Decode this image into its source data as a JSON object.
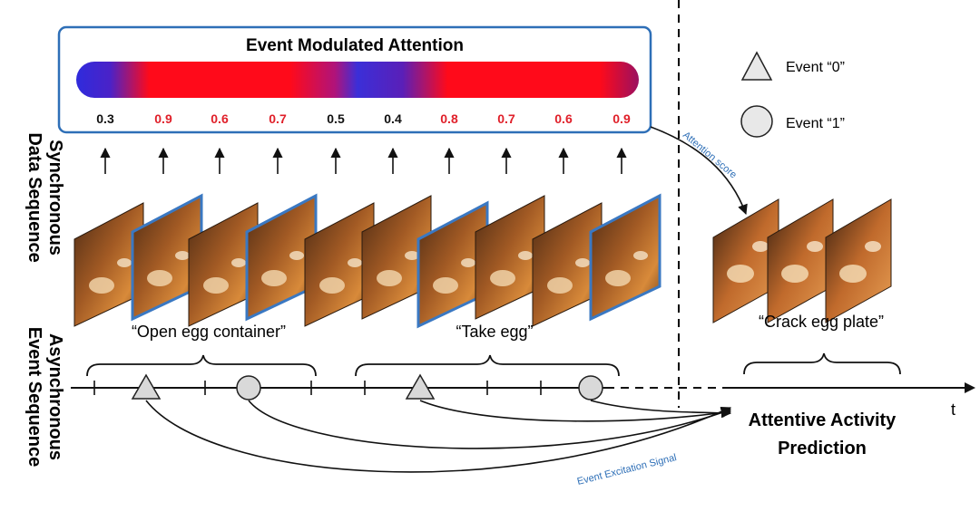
{
  "attention_panel": {
    "title": "Event Modulated Attention",
    "scores": [
      "0.3",
      "0.9",
      "0.6",
      "0.7",
      "0.5",
      "0.4",
      "0.8",
      "0.7",
      "0.6",
      "0.9"
    ],
    "high_color": "#e0202a",
    "low_color": "#111111",
    "gradient_high": "#ff0a1a",
    "gradient_low": "#2f2bdc",
    "border_color": "#2e6fb7"
  },
  "legend": {
    "event0_label": "Event “0”",
    "event1_label": "Event “1”",
    "event0_icon": "triangle-icon",
    "event1_icon": "circle-icon"
  },
  "row_labels": {
    "sync_line1": "Synchronous",
    "sync_line2": "Data Sequence",
    "async_line1": "Asynchronous",
    "async_line2": "Event Sequence"
  },
  "activities": {
    "activity1": "“Open egg container”",
    "activity2": "“Take egg”",
    "activity3": "“Crack egg plate”"
  },
  "timeline": {
    "axis_label": "t"
  },
  "signals": {
    "attention_score": "Attention score",
    "event_excitation": "Event Excitation Signal",
    "accent_color": "#2e6fb7"
  },
  "prediction": {
    "line1": "Attentive Activity",
    "line2": "Prediction"
  }
}
